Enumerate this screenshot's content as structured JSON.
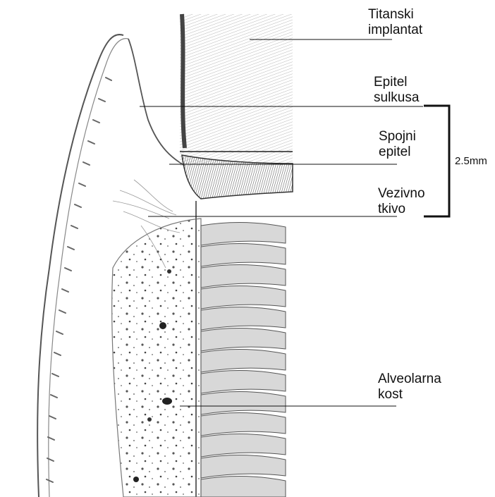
{
  "labels": {
    "implant": [
      "Titanski",
      "implantat"
    ],
    "sulcus": [
      "Epitel",
      "sulkusa"
    ],
    "junctional": [
      "Spojni",
      "epitel"
    ],
    "connective": [
      "Vezivno",
      "tkivo"
    ],
    "bone": [
      "Alveolarna",
      "kost"
    ]
  },
  "measurement": "2.5mm",
  "colors": {
    "ink": "#111111",
    "pencil": "#6d6d6d",
    "implant_shade": "#9a9a9a"
  }
}
